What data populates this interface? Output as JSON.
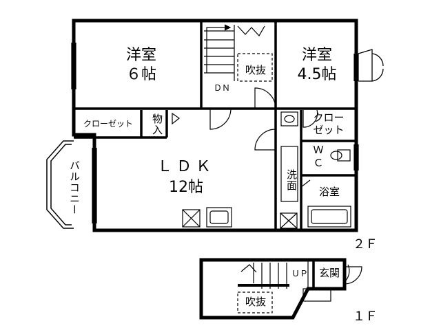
{
  "floors": {
    "second": {
      "label": "２Ｆ",
      "rooms": {
        "western_6": {
          "name": "洋室",
          "size": "６帖"
        },
        "western_45": {
          "name": "洋室",
          "size": "4.5帖"
        },
        "void": "吹抜",
        "stair_dn": "ＤＮ",
        "closet_left": "クローゼット",
        "storage": "物入",
        "closet_right_1": "クロー",
        "closet_right_2": "ゼット",
        "wc_1": "Ｗ",
        "wc_2": "Ｃ",
        "ldk": {
          "name": "ＬＤＫ",
          "size": "12帖"
        },
        "washroom": "洗面",
        "bath": "浴室",
        "balcony": "バルコニー"
      }
    },
    "first": {
      "label": "１Ｆ",
      "stair_up": "ＵＰ",
      "entrance": "玄関",
      "void": "吹抜"
    }
  }
}
